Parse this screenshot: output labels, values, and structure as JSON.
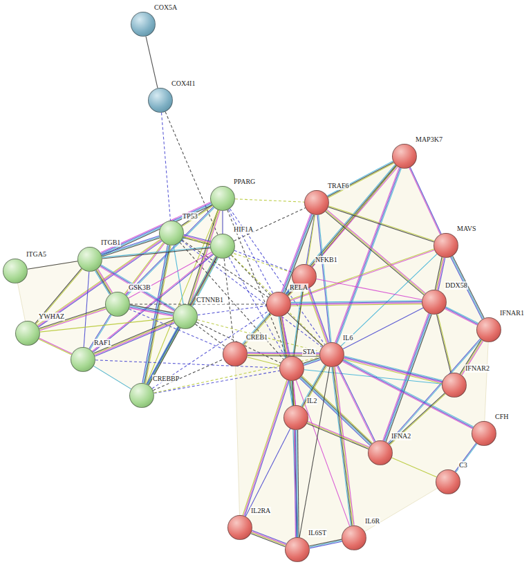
{
  "diagram": {
    "nodes": [
      {
        "text": [
          "COX5A"
        ]
      },
      {
        "text": [
          "COX4I1"
        ]
      },
      {
        "text": [
          "PPARG"
        ]
      },
      {
        "text": [
          "TP53"
        ]
      },
      {
        "text": [
          "HIF1A"
        ]
      },
      {
        "text": [
          "ITGB1"
        ]
      },
      {
        "text": [
          "ITGA5"
        ]
      },
      {
        "text": [
          "GSK3B"
        ]
      },
      {
        "text": [
          "CTNNB1"
        ]
      },
      {
        "text": [
          "YWHAZ"
        ]
      },
      {
        "text": [
          "RAF1"
        ]
      },
      {
        "text": [
          "CREBBP"
        ]
      },
      {
        "text": [
          "MAP3K7"
        ]
      },
      {
        "text": [
          "TRAF6"
        ]
      },
      {
        "text": [
          "MAVS"
        ]
      },
      {
        "text": [
          "NFKB1"
        ]
      },
      {
        "text": [
          "RELA"
        ]
      },
      {
        "text": [
          "DDX58"
        ]
      },
      {
        "text": [
          "IFNAR1"
        ]
      },
      {
        "text": [
          "CREB1"
        ]
      },
      {
        "text": [
          "STA"
        ]
      },
      {
        "text": [
          "IL6"
        ]
      },
      {
        "text": [
          "IFNAR2"
        ]
      },
      {
        "text": [
          "IL2"
        ]
      },
      {
        "text": [
          "CFH"
        ]
      },
      {
        "text": [
          "IFNA2"
        ]
      },
      {
        "text": [
          "C3"
        ]
      },
      {
        "text": [
          "IL2RA"
        ]
      },
      {
        "text": [
          "IL6ST"
        ]
      },
      {
        "text": [
          "IL6R"
        ]
      }
    ],
    "edges": [
      {
        "from": 0,
        "to": 1,
        "arrow": "none"
      },
      {
        "from": 1,
        "to": 4,
        "arrow": "none"
      },
      {
        "from": 1,
        "to": 3,
        "arrow": "none"
      },
      {
        "from": 2,
        "to": 3,
        "arrow": "none"
      },
      {
        "from": 2,
        "to": 4,
        "arrow": "none"
      },
      {
        "from": 2,
        "to": 5,
        "arrow": "none"
      },
      {
        "from": 2,
        "to": 8,
        "arrow": "none"
      },
      {
        "from": 2,
        "to": 7,
        "arrow": "none"
      },
      {
        "from": 2,
        "to": 11,
        "arrow": "none"
      },
      {
        "from": 3,
        "to": 4,
        "arrow": "none"
      },
      {
        "from": 3,
        "to": 5,
        "arrow": "none"
      },
      {
        "from": 3,
        "to": 7,
        "arrow": "none"
      },
      {
        "from": 3,
        "to": 8,
        "arrow": "none"
      },
      {
        "from": 3,
        "to": 11,
        "arrow": "none"
      },
      {
        "from": 3,
        "to": 9,
        "arrow": "none"
      },
      {
        "from": 4,
        "to": 5,
        "arrow": "none"
      },
      {
        "from": 4,
        "to": 7,
        "arrow": "none"
      },
      {
        "from": 4,
        "to": 8,
        "arrow": "none"
      },
      {
        "from": 4,
        "to": 11,
        "arrow": "none"
      },
      {
        "from": 4,
        "to": 10,
        "arrow": "none"
      },
      {
        "from": 5,
        "to": 6,
        "arrow": "none"
      },
      {
        "from": 5,
        "to": 7,
        "arrow": "none"
      },
      {
        "from": 5,
        "to": 8,
        "arrow": "none"
      },
      {
        "from": 5,
        "to": 9,
        "arrow": "none"
      },
      {
        "from": 5,
        "to": 10,
        "arrow": "none"
      },
      {
        "from": 7,
        "to": 8,
        "arrow": "none"
      },
      {
        "from": 7,
        "to": 9,
        "arrow": "none"
      },
      {
        "from": 7,
        "to": 10,
        "arrow": "none"
      },
      {
        "from": 8,
        "to": 9,
        "arrow": "none"
      },
      {
        "from": 8,
        "to": 10,
        "arrow": "none"
      },
      {
        "from": 8,
        "to": 11,
        "arrow": "none"
      },
      {
        "from": 9,
        "to": 10,
        "arrow": "none"
      },
      {
        "from": 10,
        "to": 11,
        "arrow": "none"
      },
      {
        "from": 2,
        "to": 13,
        "arrow": "none"
      },
      {
        "from": 2,
        "to": 16,
        "arrow": "none"
      },
      {
        "from": 2,
        "to": 20,
        "arrow": "none"
      },
      {
        "from": 2,
        "to": 21,
        "arrow": "none"
      },
      {
        "from": 3,
        "to": 16,
        "arrow": "none"
      },
      {
        "from": 3,
        "to": 15,
        "arrow": "none"
      },
      {
        "from": 3,
        "to": 20,
        "arrow": "none"
      },
      {
        "from": 3,
        "to": 21,
        "arrow": "none"
      },
      {
        "from": 4,
        "to": 16,
        "arrow": "none"
      },
      {
        "from": 4,
        "to": 15,
        "arrow": "none"
      },
      {
        "from": 4,
        "to": 21,
        "arrow": "none"
      },
      {
        "from": 4,
        "to": 20,
        "arrow": "none"
      },
      {
        "from": 4,
        "to": 13,
        "arrow": "none"
      },
      {
        "from": 8,
        "to": 16,
        "arrow": "none"
      },
      {
        "from": 8,
        "to": 19,
        "arrow": "none"
      },
      {
        "from": 8,
        "to": 21,
        "arrow": "none"
      },
      {
        "from": 8,
        "to": 20,
        "arrow": "none"
      },
      {
        "from": 11,
        "to": 16,
        "arrow": "none"
      },
      {
        "from": 11,
        "to": 19,
        "arrow": "none"
      },
      {
        "from": 11,
        "to": 20,
        "arrow": "none"
      },
      {
        "from": 11,
        "to": 21,
        "arrow": "none"
      },
      {
        "from": 7,
        "to": 19,
        "arrow": "none"
      },
      {
        "from": 7,
        "to": 16,
        "arrow": "none"
      },
      {
        "from": 10,
        "to": 20,
        "arrow": "none"
      },
      {
        "from": 4,
        "to": 19,
        "arrow": "none"
      },
      {
        "from": 12,
        "to": 13,
        "arrow": "none"
      },
      {
        "from": 12,
        "to": 14,
        "arrow": "none"
      },
      {
        "from": 12,
        "to": 15,
        "arrow": "none"
      },
      {
        "from": 12,
        "to": 16,
        "arrow": "none"
      },
      {
        "from": 12,
        "to": 21,
        "arrow": "none"
      },
      {
        "from": 13,
        "to": 14,
        "arrow": "none"
      },
      {
        "from": 13,
        "to": 15,
        "arrow": "none"
      },
      {
        "from": 13,
        "to": 16,
        "arrow": "none"
      },
      {
        "from": 13,
        "to": 17,
        "arrow": "none"
      },
      {
        "from": 13,
        "to": 21,
        "arrow": "none"
      },
      {
        "from": 13,
        "to": 20,
        "arrow": "none"
      },
      {
        "from": 14,
        "to": 17,
        "arrow": "none"
      },
      {
        "from": 14,
        "to": 18,
        "arrow": "none"
      },
      {
        "from": 14,
        "to": 16,
        "arrow": "none"
      },
      {
        "from": 14,
        "to": 21,
        "arrow": "none"
      },
      {
        "from": 15,
        "to": 16,
        "arrow": "none"
      },
      {
        "from": 15,
        "to": 21,
        "arrow": "none"
      },
      {
        "from": 15,
        "to": 20,
        "arrow": "none"
      },
      {
        "from": 15,
        "to": 17,
        "arrow": "none"
      },
      {
        "from": 16,
        "to": 17,
        "arrow": "none"
      },
      {
        "from": 16,
        "to": 19,
        "arrow": "none"
      },
      {
        "from": 16,
        "to": 20,
        "arrow": "none"
      },
      {
        "from": 16,
        "to": 21,
        "arrow": "none"
      },
      {
        "from": 16,
        "to": 23,
        "arrow": "none"
      },
      {
        "from": 17,
        "to": 18,
        "arrow": "none"
      },
      {
        "from": 17,
        "to": 22,
        "arrow": "none"
      },
      {
        "from": 17,
        "to": 21,
        "arrow": "none"
      },
      {
        "from": 17,
        "to": 25,
        "arrow": "none"
      },
      {
        "from": 18,
        "to": 22,
        "arrow": "none"
      },
      {
        "from": 18,
        "to": 25,
        "arrow": "none"
      },
      {
        "from": 19,
        "to": 20,
        "arrow": "none"
      },
      {
        "from": 19,
        "to": 21,
        "arrow": "none"
      },
      {
        "from": 20,
        "to": 21,
        "arrow": "none"
      },
      {
        "from": 20,
        "to": 23,
        "arrow": "none"
      },
      {
        "from": 20,
        "to": 22,
        "arrow": "none"
      },
      {
        "from": 20,
        "to": 25,
        "arrow": "none"
      },
      {
        "from": 20,
        "to": 27,
        "arrow": "none"
      },
      {
        "from": 20,
        "to": 28,
        "arrow": "none"
      },
      {
        "from": 20,
        "to": 29,
        "arrow": "none"
      },
      {
        "from": 21,
        "to": 22,
        "arrow": "none"
      },
      {
        "from": 21,
        "to": 23,
        "arrow": "none"
      },
      {
        "from": 21,
        "to": 25,
        "arrow": "none"
      },
      {
        "from": 21,
        "to": 28,
        "arrow": "none"
      },
      {
        "from": 21,
        "to": 29,
        "arrow": "none"
      },
      {
        "from": 21,
        "to": 24,
        "arrow": "none"
      },
      {
        "from": 22,
        "to": 25,
        "arrow": "none"
      },
      {
        "from": 23,
        "to": 27,
        "arrow": "none"
      },
      {
        "from": 23,
        "to": 28,
        "arrow": "none"
      },
      {
        "from": 23,
        "to": 25,
        "arrow": "none"
      },
      {
        "from": 24,
        "to": 26,
        "arrow": "none"
      },
      {
        "from": 25,
        "to": 26,
        "arrow": "none"
      },
      {
        "from": 27,
        "to": 28,
        "arrow": "none"
      },
      {
        "from": 28,
        "to": 29,
        "arrow": "none"
      }
    ]
  }
}
